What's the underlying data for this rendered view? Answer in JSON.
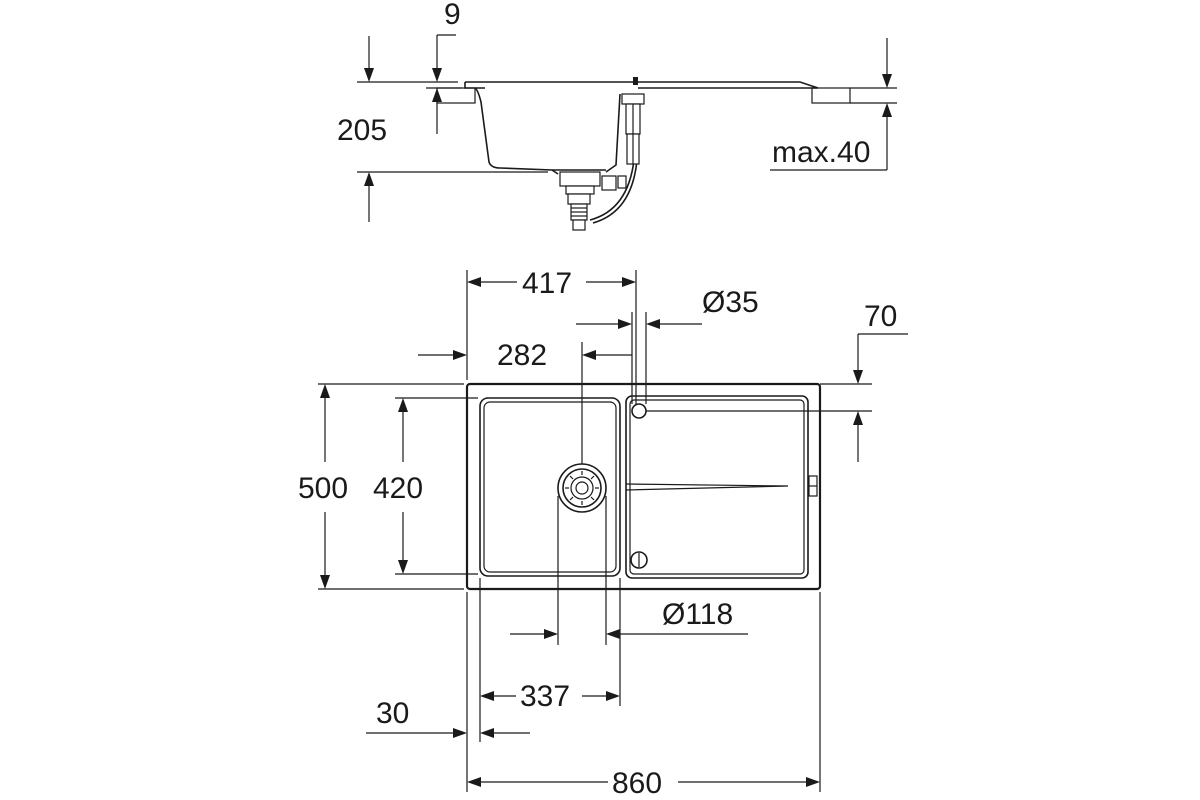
{
  "section_view": {
    "dim_rim_thickness": "9",
    "dim_depth": "205",
    "dim_counter_thickness": "max.40"
  },
  "plan_view": {
    "dim_tap_hole_offset": "417",
    "dim_tap_hole_diameter": "Ø35",
    "dim_tap_hole_from_back": "70",
    "dim_drain_offset": "282",
    "dim_overall_depth": "500",
    "dim_bowl_depth": "420",
    "dim_drain_diameter": "Ø118",
    "dim_bowl_width": "337",
    "dim_edge_offset": "30",
    "dim_overall_width": "860"
  }
}
